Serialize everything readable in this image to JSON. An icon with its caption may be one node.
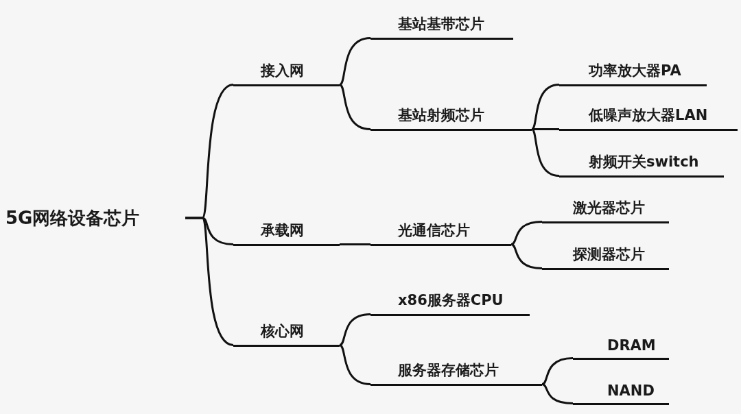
{
  "diagram": {
    "nodes": [
      {
        "text": [
          "5G网络设备芯片"
        ]
      },
      {
        "text": [
          "接入网"
        ]
      },
      {
        "text": [
          "基站基带芯片"
        ]
      },
      {
        "text": [
          "基站射频芯片"
        ]
      },
      {
        "text": [
          "功率放大器PA"
        ]
      },
      {
        "text": [
          "低噪声放大器LAN"
        ]
      },
      {
        "text": [
          "射频开关switch"
        ]
      },
      {
        "text": [
          "承载网"
        ]
      },
      {
        "text": [
          "光通信芯片"
        ]
      },
      {
        "text": [
          "激光器芯片"
        ]
      },
      {
        "text": [
          "探测器芯片"
        ]
      },
      {
        "text": [
          "核心网"
        ]
      },
      {
        "text": [
          "x86服务器CPU"
        ]
      },
      {
        "text": [
          "服务器存储芯片"
        ]
      },
      {
        "text": [
          "DRAM"
        ]
      },
      {
        "text": [
          "NAND"
        ]
      }
    ],
    "edges": [
      {
        "from": 0,
        "to": 1,
        "arrow": "none"
      },
      {
        "from": 1,
        "to": 2,
        "arrow": "none"
      },
      {
        "from": 1,
        "to": 3,
        "arrow": "none"
      },
      {
        "from": 3,
        "to": 4,
        "arrow": "none"
      },
      {
        "from": 3,
        "to": 5,
        "arrow": "none"
      },
      {
        "from": 3,
        "to": 6,
        "arrow": "none"
      },
      {
        "from": 0,
        "to": 7,
        "arrow": "none"
      },
      {
        "from": 7,
        "to": 8,
        "arrow": "none"
      },
      {
        "from": 8,
        "to": 9,
        "arrow": "none"
      },
      {
        "from": 8,
        "to": 10,
        "arrow": "none"
      },
      {
        "from": 0,
        "to": 11,
        "arrow": "none"
      },
      {
        "from": 11,
        "to": 12,
        "arrow": "none"
      },
      {
        "from": 11,
        "to": 13,
        "arrow": "none"
      },
      {
        "from": 13,
        "to": 14,
        "arrow": "none"
      },
      {
        "from": 13,
        "to": 15,
        "arrow": "none"
      }
    ]
  }
}
